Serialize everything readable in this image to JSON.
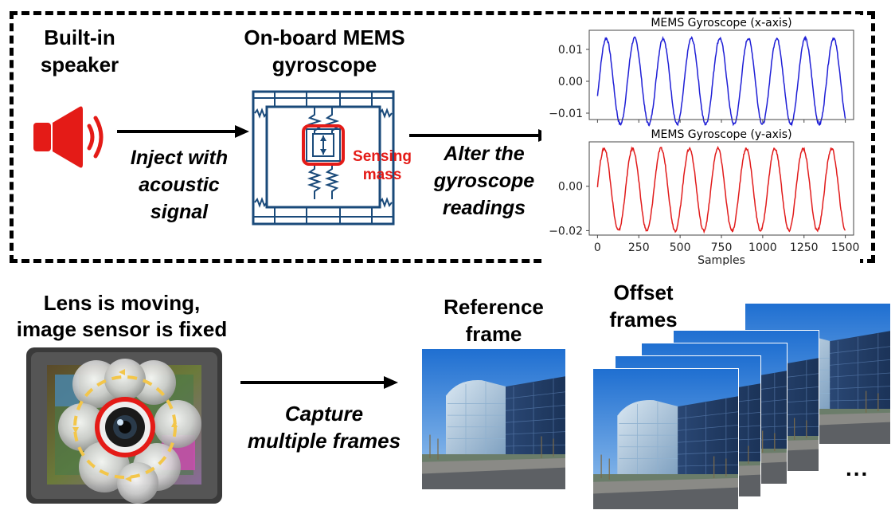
{
  "top_panel": {
    "speaker_label": [
      "Built-in",
      "speaker"
    ],
    "gyro_label": [
      "On-board MEMS",
      "gyroscope"
    ],
    "inject_label": [
      "Inject with",
      "acoustic",
      "signal"
    ],
    "alter_label": [
      "Alter the",
      "gyroscope",
      "readings"
    ],
    "sensing_mass_label": [
      "Sensing",
      "mass"
    ],
    "icons": [
      "speaker-icon",
      "mems-gyroscope-icon"
    ],
    "colors": {
      "accent_red": "#e41b17",
      "series_x": "#1f1fd6",
      "series_y": "#e11b1b"
    }
  },
  "bottom_panel": {
    "lens_label": [
      "Lens is moving,",
      "image sensor is fixed"
    ],
    "capture_label": [
      "Capture",
      "multiple frames"
    ],
    "reference_label": [
      "Reference",
      "frame"
    ],
    "offset_label": [
      "Offset",
      "frames"
    ],
    "ellipsis": "..."
  },
  "chart_data": [
    {
      "type": "line",
      "title": "MEMS Gyroscope (x-axis)",
      "xlabel": "",
      "ylabel": "",
      "xlim": [
        -50,
        1550
      ],
      "ylim": [
        -0.012,
        0.016
      ],
      "yticks": [
        0.01,
        0.0,
        -0.01
      ],
      "ytick_labels": [
        "0.01",
        "0.00",
        "−0.01"
      ],
      "xticks": [
        0,
        250,
        500,
        750,
        1000,
        1250,
        1500
      ],
      "series": [
        {
          "amplitude": 0.0135,
          "period": 172,
          "phase_deg": -20,
          "offset": 0.0,
          "x_start": 0,
          "x_end": 1500
        }
      ]
    },
    {
      "type": "line",
      "title": "MEMS Gyroscope (y-axis)",
      "xlabel": "Samples",
      "ylabel": "",
      "xlim": [
        -50,
        1550
      ],
      "ylim": [
        -0.022,
        0.02
      ],
      "yticks": [
        0.0,
        -0.02
      ],
      "ytick_labels": [
        "0.00",
        "−0.02"
      ],
      "xticks": [
        0,
        250,
        500,
        750,
        1000,
        1250,
        1500
      ],
      "xtick_labels": [
        "0",
        "250",
        "500",
        "750",
        "1000",
        "1250",
        "1500"
      ],
      "series": [
        {
          "amplitude": 0.0185,
          "period": 172,
          "phase_deg": 5,
          "offset": -0.0015,
          "x_start": 0,
          "x_end": 1500
        }
      ]
    }
  ]
}
